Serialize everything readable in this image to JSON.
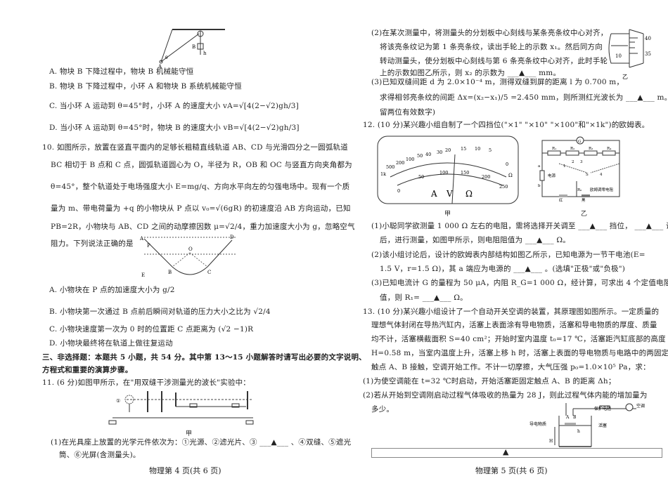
{
  "left_column": {
    "q9_options": [
      "A. 物块 B 下降过程中，物块 B 机械能守恒",
      "B. 物块 B 下降过程中，小环 A 和物块 B 系统机械能守恒",
      "C. 当小环 A 运动到 θ=45°时，小环 A 的速度大小 vA=√[4(2−√2)gh/3]",
      "D. 当小环 A 运动到 θ=45°时，物块 B 的速度大小 vB=√[4(2−√2)gh/3]"
    ],
    "q10_stem": [
      "10. 如图所示，放置在竖直平面内的足够长粗糙直线轨道 AB、CD 与光滑四分之一圆弧轨道",
      "BC 相切于 B 点和 C 点，圆弧轨道圆心为 O，半径为 R，OB 和 OC 与竖直方向夹角都为",
      "θ=45°，整个轨道处于电场强度大小 E=mg/q、方向水平向左的匀强电场中。现有一个质",
      "量为 m、带电荷量为 +q 的小物块从 P 点以 v₀=√(6gR) 的初速度沿 AB 方向运动，已知",
      "PB=2R，小物块与 AB、CD 之间的动摩擦因数 μ=√2/4，重力加速度大小为 g，忽略空气",
      "阻力。下列说法正确的是"
    ],
    "q10_options": [
      "A. 小物块在 P 点的加速度大小为 g/2",
      "B. 小物块第一次通过 B 点前后瞬间对轨道的压力大小之比为 √2/4",
      "C. 小物块速度第一次为 0 时的位置距 C 点距离为 (√2 −1)R",
      "D. 小物块最终将在轨道上做往复运动"
    ],
    "section3": [
      "三、非选择题：本题共 5 小题，共 54 分。其中第 13～15 小题解答时请写出必要的文字说明、",
      "方程式和重要的演算步骤。"
    ],
    "q11_stem": "11. (6 分)如图甲所示，在\"用双缝干涉测量光的波长\"实验中：",
    "q11_fig_caption": "甲",
    "q11_part1": [
      "(1)在光具座上放置的光学元件依次为：①光源、②滤光片、③ ___▲___ 、④双缝、⑤遮光",
      "筒、⑥光屏(含测量头)。"
    ],
    "footer": "物理第 4 页(共 6 页)"
  },
  "right_column": {
    "q11_part2": [
      "(2)在某次测量中，将测量头的分划板中心刻线与某条亮条纹中心对齐，",
      "将该亮条纹记为第 1 条亮条纹，读出手轮上的示数 x₁。然后同方向",
      "转动测量头，使分划板中心刻线与第 6 条亮条纹中心对齐，此时手轮",
      "上的示数如图乙所示，则 x₂ 的示数为 ___▲___ mm。"
    ],
    "q11_part3": [
      "(3)已知双缝间距 d 为 2.0×10⁻⁴ m，测得双缝到屏的距离 l 为 0.700 m，",
      "求得相邻亮条纹的间距 Δx=(x₂−x₁)/5 =2.450 mm，则所测红光波长为 ___▲___ m。(保",
      "留两位有效数字)"
    ],
    "micrometer": {
      "caption": "乙",
      "labels": [
        "40",
        "35",
        "10"
      ]
    },
    "q12_stem": "12. (10 分)某兴趣小组自制了一个四挡位(\"×1\" \"×10\" \"×100\"和\"×1k\")的欧姆表。",
    "meter": {
      "caption": "甲",
      "ohm_scale": [
        "1k",
        "500",
        "200",
        "100",
        "50",
        "40",
        "30",
        "20",
        "15",
        "10",
        "5",
        "0"
      ],
      "linear_scale": [
        "0",
        "50",
        "100",
        "150",
        "200",
        "250"
      ],
      "units": [
        "A",
        "V",
        "Ω"
      ],
      "ohm_unit": "Ω"
    },
    "circuit": {
      "caption": "乙",
      "labels": [
        "G",
        "R₁",
        "R₂",
        "R₃",
        "R₄",
        "a",
        "b",
        "电源",
        "S",
        "R₀",
        "欧姆调零电阻",
        "红",
        "黑",
        "1",
        "2",
        "3",
        "4"
      ]
    },
    "q12_parts": [
      "(1)小聪同学欲测量 1 000 Ω 左右的电阻，需将选择开关调至 ___▲___ 挡位， ___▲___ 调零",
      "后，进行测量，如图甲所示，则电阻阻值为 ___▲___ Ω。",
      "(2)该小组讨论后，设计的欧姆表内部结构如图乙所示，已知电源为一节干电池(E=",
      "1.5 V，r=1.5 Ω)，其 a 端应为电源的 ___▲___ 。(选填\"正极\"或\"负极\")",
      "(3)已知电流计 G 的量程为 50 μA，内阻 R_G=1 000 Ω，经计算，可求出 4 个定值电阻的阻",
      "值，则 R₁= ___▲___ Ω。"
    ],
    "q13_stem": [
      "13. (10 分)某兴趣小组设计了一个自动开关空调的装置，其原理图如图所示。一定质量的",
      "理想气体封闭在导热汽缸内，活塞上表面涂有导电物质，活塞和导电物质的厚度、质量",
      "均不计，活塞横截面积 S=40 cm²；开始时室内温度 t₀=17 ℃，活塞距汽缸底部的高度",
      "H=0.58 m，当室内温度上升，活塞上移 h 时，活塞上表面的导电物质与电路中的两固定",
      "触点 A、B 接触，空调开始工作。不计一切摩擦，大气压强 p₀=1.0×10⁵ Pa，求：",
      "(1)为使空调能在 t=32 ℃时启动，开始活塞距固定触点 A、B 的距离 Δh；",
      "(2)若从开始到空调刚启动过程气体吸收的热量为 28 J，则此过程气体内能的增加量为",
      "多少。"
    ],
    "cylinder": {
      "labels": [
        "保护电阻",
        "空调",
        "导电物质",
        "A",
        "B",
        "h",
        "活塞",
        "H"
      ]
    },
    "answer_box_marker": "▲",
    "footer": "物理第 5 页(共 6 页)"
  },
  "colors": {
    "text": "#222222",
    "background": "#ffffff"
  }
}
